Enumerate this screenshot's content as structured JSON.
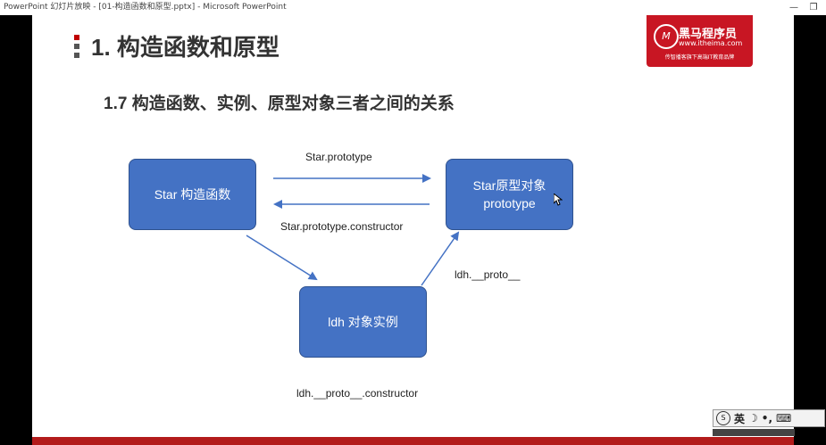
{
  "window": {
    "title": "PowerPoint 幻灯片放映 - [01-构造函数和原型.pptx] - Microsoft PowerPoint",
    "minimize_glyph": "—",
    "restore_glyph": "❐"
  },
  "slide": {
    "title": "1. 构造函数和原型",
    "subtitle": "1.7 构造函数、实例、原型对象三者之间的关系"
  },
  "logo": {
    "name": "黑马程序员",
    "url": "www.itheima.com",
    "tagline": "传智播客旗下高端IT教育品牌",
    "mark": "M"
  },
  "diagram": {
    "constructor_box": {
      "line1": "Star 构造函数"
    },
    "prototype_box": {
      "line1": "Star原型对象",
      "line2": "prototype"
    },
    "instance_box": {
      "line1": "ldh 对象实例"
    },
    "label_prototype": "Star.prototype",
    "label_constructor": "Star.prototype.constructor",
    "label_dunder_proto": "ldh.__proto__",
    "label_dunder_proto_constructor": "ldh.__proto__.constructor"
  },
  "ime": {
    "logo": "S",
    "language": "英",
    "half_width_glyph": "☽",
    "punctuation_glyph": "•,",
    "keyboard_glyph": "⌨"
  },
  "colors": {
    "box_fill": "#4472c4",
    "arrow": "#4472c4",
    "brand_red": "#c81623",
    "title_marker_red": "#c00000",
    "title_marker_gray": "#555555",
    "footer_red": "#b31b1b"
  }
}
